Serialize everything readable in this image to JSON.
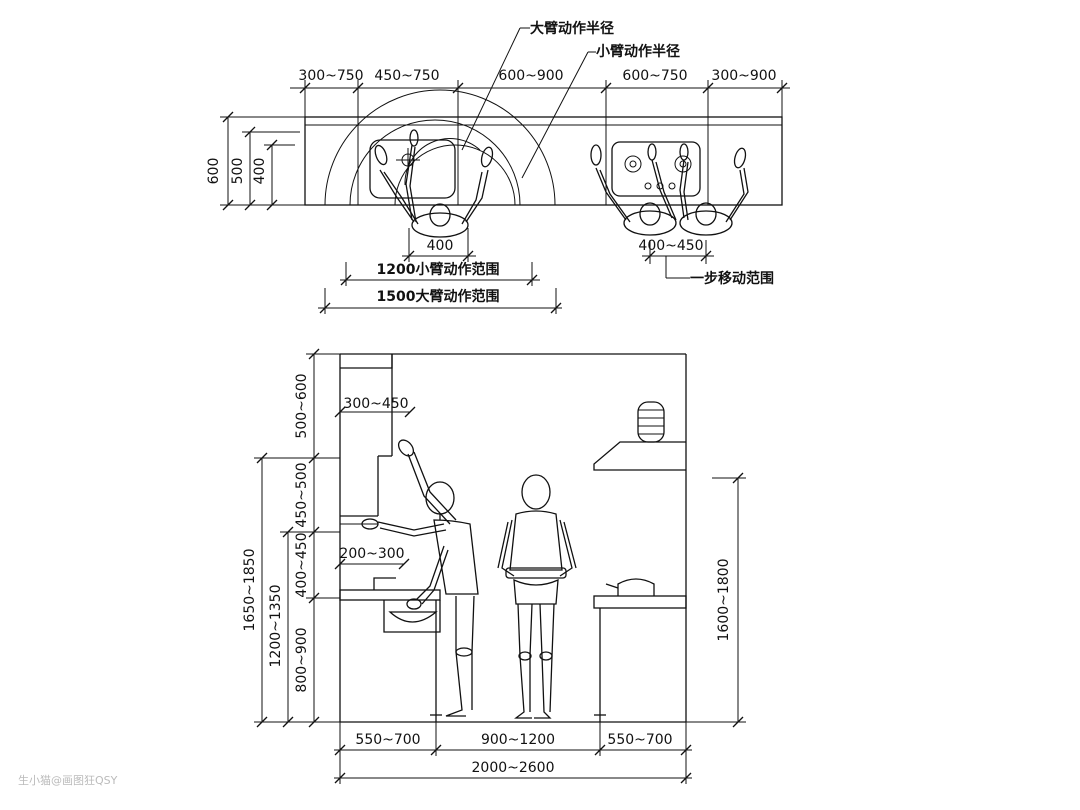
{
  "plan": {
    "callouts": {
      "big_arm_radius": "大臂动作半径",
      "small_arm_radius": "小臂动作半径",
      "one_step_range": "一步移动范围"
    },
    "top_dims": [
      "300~750",
      "450~750",
      "600~900",
      "600~750",
      "300~900"
    ],
    "left_dims": [
      "600",
      "500",
      "400"
    ],
    "bottom_dims": {
      "d400": "400",
      "d400_450": "400~450",
      "small_range": "1200小臂动作范围",
      "big_range": "1500大臂动作范围"
    }
  },
  "elevation": {
    "left_dims": [
      "500~600",
      "450~500",
      "400~450",
      "1650~1850",
      "1200~1350",
      "800~900"
    ],
    "inner_dims": [
      "300~450",
      "200~300"
    ],
    "right_dim": "1600~1800",
    "bottom_dims": [
      "550~700",
      "900~1200",
      "550~700"
    ],
    "total_dim": "2000~2600"
  },
  "watermark": "生小猫@画图狂QSY"
}
